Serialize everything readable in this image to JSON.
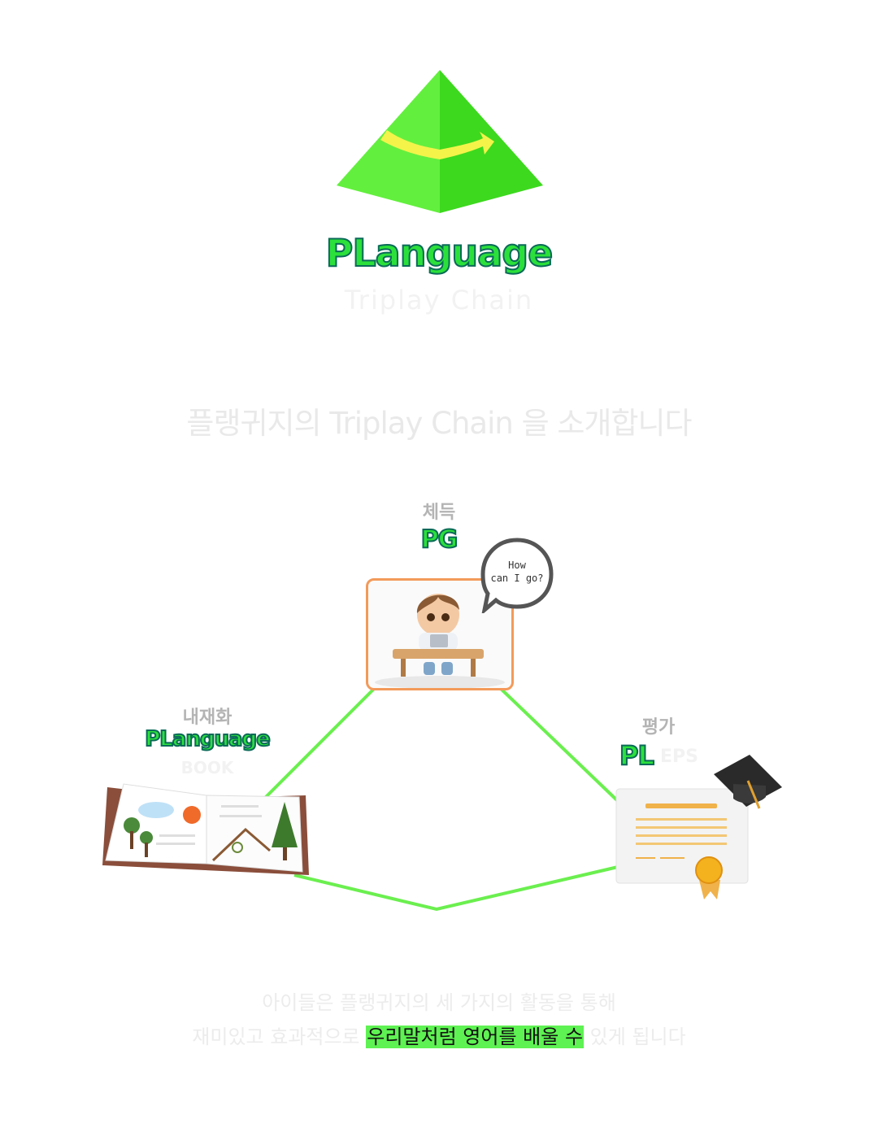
{
  "logo": {
    "name": "PLanguage",
    "subtitle": "Triplay Chain"
  },
  "intro": "플랭귀지의 Triplay Chain 을 소개합니다",
  "nodes": {
    "top": {
      "label": "체득",
      "brand": "PG",
      "speech": [
        "How",
        "can I go?"
      ]
    },
    "left": {
      "label": "내재화",
      "brand": "PLanguage",
      "sub": "BOOK"
    },
    "right": {
      "label": "평가",
      "brand": "PL",
      "sub": "EPS"
    }
  },
  "bottom": {
    "line1": "아이들은 플랭귀지의 세 가지의 활동을 통해",
    "line2_pre": "재미있고 효과적으로 ",
    "line2_highlight": "우리말처럼 영어를 배울 수",
    "line2_post": " 있게 됩니다"
  },
  "colors": {
    "accent_green": "#5ef252",
    "line_green": "#6bef4f",
    "frame_orange": "#f39a5a",
    "pyramid_left": "#63ef3e",
    "pyramid_right": "#3dd91e",
    "arrow_yellow": "#f3f34a"
  }
}
